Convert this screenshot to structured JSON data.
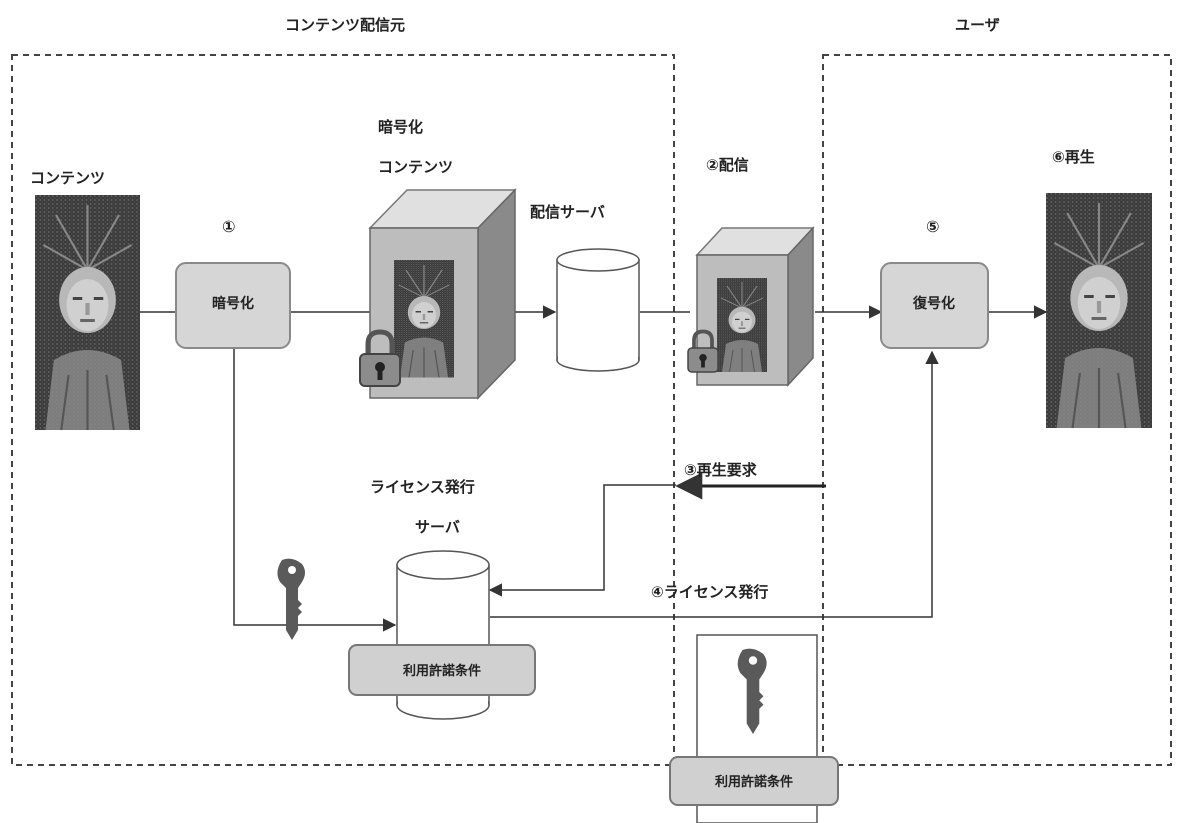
{
  "regions": {
    "provider_title": "コンテンツ配信元",
    "user_title": "ユーザ"
  },
  "labels": {
    "content": "コンテンツ",
    "step1": "①",
    "encrypt_box": "暗号化",
    "encrypted_line1": "暗号化",
    "encrypted_line2": "コンテンツ",
    "distribution_server": "配信サーバ",
    "step2": "②配信",
    "step5": "⑤",
    "decrypt_box": "復号化",
    "step6": "⑥再生",
    "license_server_line1": "ライセンス発行",
    "license_server_line2": "サーバ",
    "step3": "③再生要求",
    "step4": "④ライセンス発行",
    "usage_terms": "利用許諾条件",
    "usage_terms_ticket": "利用許諾条件"
  },
  "colors": {
    "box_fill": "#d6d6d6",
    "box_stroke": "#8a8a8a",
    "line": "#333333",
    "dash": "#444444",
    "photo_bg": "#2e2e2e"
  }
}
